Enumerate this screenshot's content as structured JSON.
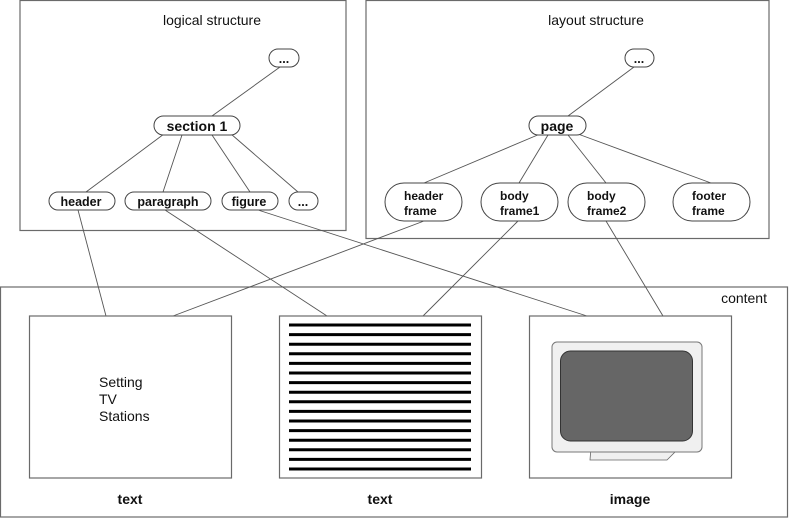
{
  "logical_structure": {
    "title": "logical structure",
    "root_label": "...",
    "section_label": "section 1",
    "children": [
      "header",
      "paragraph",
      "figure",
      "..."
    ]
  },
  "layout_structure": {
    "title": "layout structure",
    "root_label": "...",
    "page_label": "page",
    "children": [
      {
        "line1": "header",
        "line2": "frame"
      },
      {
        "line1": "body",
        "line2": "frame1"
      },
      {
        "line1": "body",
        "line2": "frame2"
      },
      {
        "line1": "footer",
        "line2": "frame"
      }
    ]
  },
  "content": {
    "title": "content",
    "items": [
      {
        "caption": "text",
        "body_lines": [
          "Setting",
          "TV",
          "Stations"
        ]
      },
      {
        "caption": "text",
        "text_line_count": 16
      },
      {
        "caption": "image",
        "icon": "tv-monitor-icon"
      }
    ]
  },
  "colors": {
    "frame_stroke": "#6a6a6a",
    "tv_screen": "#666666",
    "tv_bezel": "#f0f0f0"
  }
}
